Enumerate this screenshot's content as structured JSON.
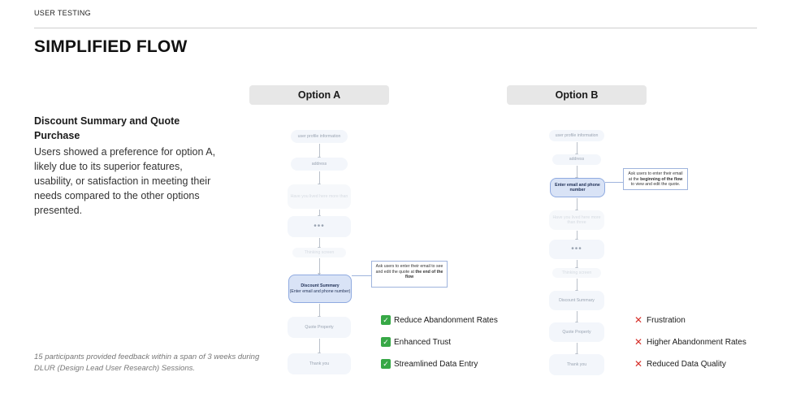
{
  "header": {
    "section": "USER TESTING",
    "title": "SIMPLIFIED FLOW"
  },
  "summary": {
    "heading": "Discount Summary and Quote Purchase",
    "body": "Users showed a preference for option A, likely due to its superior features, usability, or satisfaction in meeting their needs compared to the other options presented."
  },
  "footnote": "15 participants provided feedback within a span of 3 weeks during DLUR (Design Lead User Research) Sessions.",
  "option_a": {
    "label": "Option A",
    "nodes": {
      "profile": "user profile information",
      "address": "address",
      "lived": "Have you lived here more than",
      "more": "•••",
      "thinking": "Thinking screen",
      "summary_title": "Discount Summary",
      "summary_sub": "(Enter email and phone number)",
      "quote": "Quote Property",
      "thanks": "Thank you"
    },
    "callout": {
      "pre": "Ask users  to enter their email to see and edit the quote at",
      "bold": "the end of the flow"
    },
    "results": [
      "Reduce Abandonment Rates",
      "Enhanced Trust",
      "Streamlined Data Entry"
    ],
    "result_icon": "check-mark-icon",
    "result_color": "#37a846"
  },
  "option_b": {
    "label": "Option B",
    "nodes": {
      "profile": "user profile information",
      "address": "address",
      "enter": "Enter email and phone number",
      "lived": "Have you lived here more than three",
      "more": "•••",
      "thinking": "Thinking screen",
      "summary": "Discount Summary",
      "quote": "Quote Property",
      "thanks": "Thank you"
    },
    "callout": {
      "pre": "Ask users to enter their email at the",
      "bold": "beginning of the flow",
      "post": "to view and edit the quote."
    },
    "results": [
      "Frustration",
      "Higher Abandonment Rates",
      "Reduced Data Quality"
    ],
    "result_icon": "cross-mark-icon",
    "result_color": "#d6302a"
  }
}
